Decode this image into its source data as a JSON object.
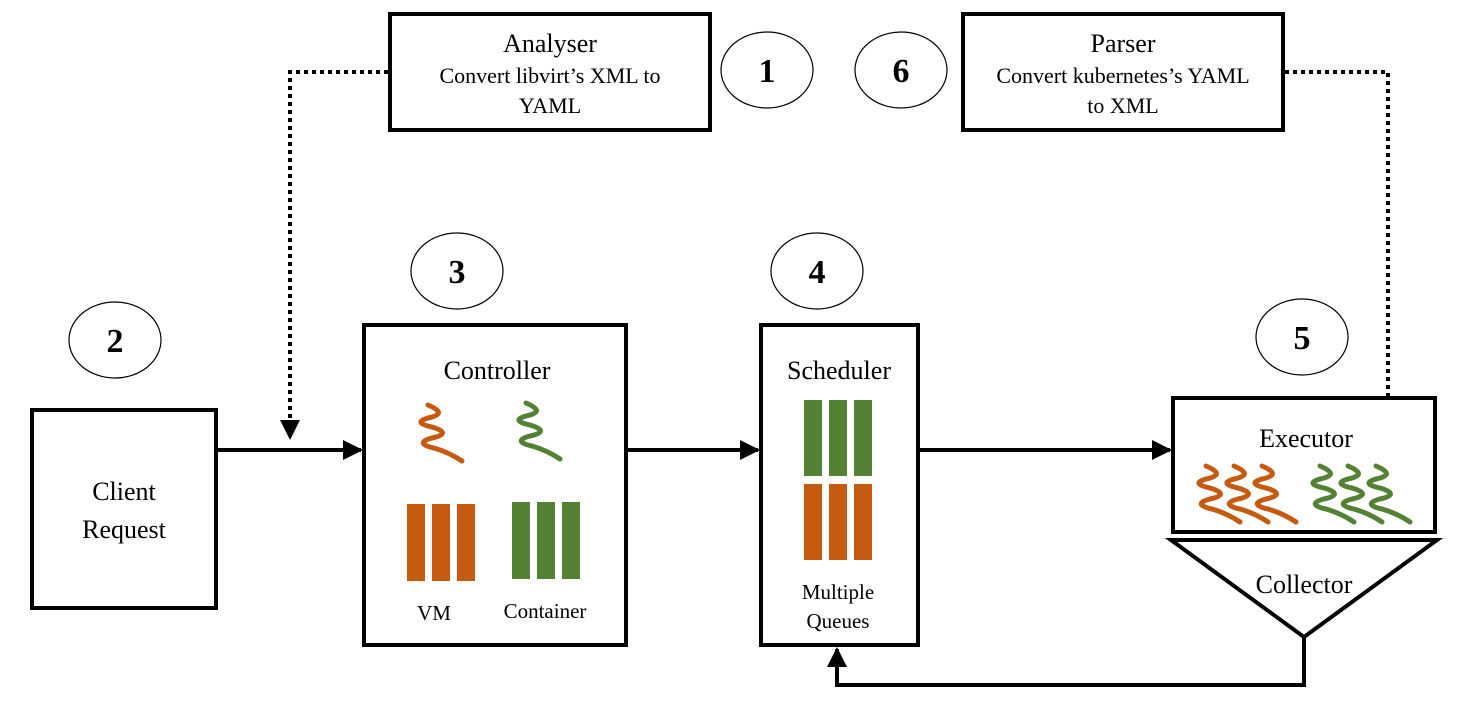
{
  "colors": {
    "vm": "#c55a11",
    "container": "#548235",
    "stroke": "#000000"
  },
  "analyser": {
    "title": "Analyser",
    "line1": "Convert libvirt’s XML to",
    "line2": "YAML"
  },
  "parser": {
    "title": "Parser",
    "line1": "Convert kubernetes’s YAML",
    "line2": "to XML"
  },
  "client": {
    "line1": "Client",
    "line2": "Request"
  },
  "controller": {
    "title": "Controller",
    "vm_label": "VM",
    "container_label": "Container"
  },
  "scheduler": {
    "title": "Scheduler",
    "line1": "Multiple",
    "line2": "Queues"
  },
  "executor": {
    "title": "Executor"
  },
  "collector": {
    "title": "Collector"
  },
  "steps": {
    "s1": "1",
    "s2": "2",
    "s3": "3",
    "s4": "4",
    "s5": "5",
    "s6": "6"
  }
}
